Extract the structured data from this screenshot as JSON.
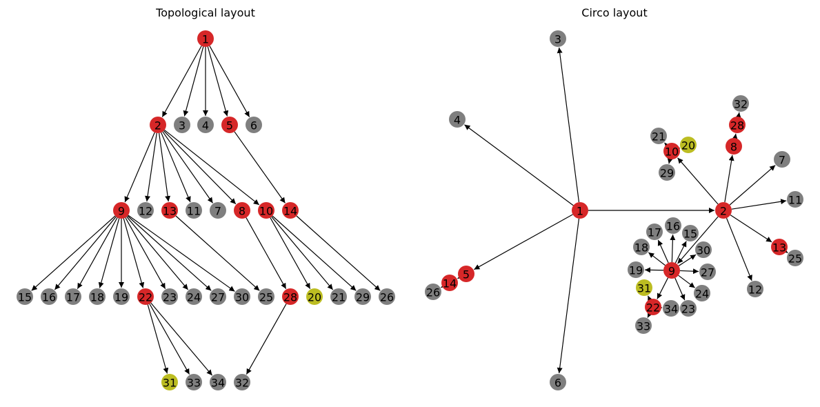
{
  "figure": {
    "colors": {
      "red": "#d62728",
      "gray": "#7f7f7f",
      "olive": "#bcbd22",
      "edge": "#000000"
    },
    "node_colors": {
      "1": "red",
      "2": "red",
      "5": "red",
      "9": "red",
      "13": "red",
      "8": "red",
      "10": "red",
      "14": "red",
      "22": "red",
      "28": "red",
      "20": "olive",
      "31": "olive",
      "3": "gray",
      "4": "gray",
      "6": "gray",
      "7": "gray",
      "11": "gray",
      "12": "gray",
      "15": "gray",
      "16": "gray",
      "17": "gray",
      "18": "gray",
      "19": "gray",
      "21": "gray",
      "23": "gray",
      "24": "gray",
      "25": "gray",
      "26": "gray",
      "27": "gray",
      "29": "gray",
      "30": "gray",
      "32": "gray",
      "33": "gray",
      "34": "gray"
    },
    "edges": [
      [
        "1",
        "2"
      ],
      [
        "1",
        "3"
      ],
      [
        "1",
        "4"
      ],
      [
        "1",
        "5"
      ],
      [
        "1",
        "6"
      ],
      [
        "2",
        "9"
      ],
      [
        "2",
        "12"
      ],
      [
        "2",
        "13"
      ],
      [
        "2",
        "11"
      ],
      [
        "2",
        "7"
      ],
      [
        "2",
        "8"
      ],
      [
        "2",
        "10"
      ],
      [
        "5",
        "14"
      ],
      [
        "9",
        "15"
      ],
      [
        "9",
        "16"
      ],
      [
        "9",
        "17"
      ],
      [
        "9",
        "18"
      ],
      [
        "9",
        "19"
      ],
      [
        "9",
        "22"
      ],
      [
        "9",
        "23"
      ],
      [
        "9",
        "24"
      ],
      [
        "9",
        "27"
      ],
      [
        "9",
        "30"
      ],
      [
        "13",
        "25"
      ],
      [
        "8",
        "28"
      ],
      [
        "10",
        "20"
      ],
      [
        "10",
        "21"
      ],
      [
        "10",
        "29"
      ],
      [
        "14",
        "26"
      ],
      [
        "22",
        "31"
      ],
      [
        "22",
        "33"
      ],
      [
        "22",
        "34"
      ],
      [
        "28",
        "32"
      ]
    ],
    "panels": [
      {
        "id": "topological",
        "title": "Topological layout"
      },
      {
        "id": "circo",
        "title": "Circo layout"
      }
    ]
  }
}
